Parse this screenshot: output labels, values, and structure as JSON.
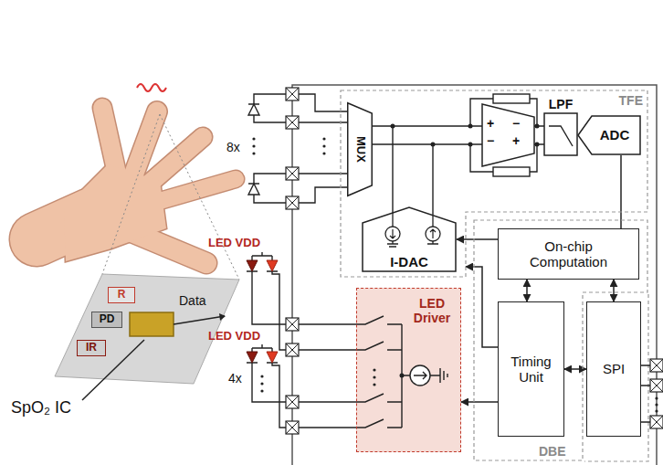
{
  "diagram": {
    "nodes": [
      {
        "text": [
          "R"
        ]
      },
      {
        "text": [
          "PD"
        ]
      },
      {
        "text": [
          "IR"
        ]
      },
      {
        "text": [
          "TFE"
        ]
      },
      {
        "text": [
          "MUX"
        ],
        "in": 3
      },
      {
        "text": [
          "LPF"
        ],
        "in": 3
      },
      {
        "text": [
          "ADC"
        ],
        "in": 3
      },
      {
        "text": [
          "I-DAC"
        ],
        "in": 3
      },
      {
        "text": [
          "DBE"
        ]
      },
      {
        "text": [
          "On-chip Computation"
        ],
        "in": 8
      },
      {
        "text": [
          "Timing Unit"
        ],
        "in": 8
      },
      {
        "text": [
          "SPI"
        ]
      },
      {
        "text": [
          "LED Driver"
        ]
      }
    ],
    "edges": [
      {
        "from": 6,
        "to": 9,
        "arrow": "none"
      },
      {
        "from": 9,
        "to": 7,
        "arrow": "to"
      },
      {
        "from": 9,
        "to": 10,
        "arrow": "both"
      },
      {
        "from": 10,
        "to": 11,
        "arrow": "both"
      },
      {
        "from": 11,
        "to": 9,
        "arrow": "both"
      },
      {
        "from": 10,
        "to": 3,
        "arrow": "to"
      },
      {
        "from": 10,
        "to": 12,
        "arrow": "to"
      }
    ],
    "labels": [
      "SpO₂ IC",
      "Data",
      "8x",
      "LED VDD",
      "LED VDD",
      "4x",
      "+",
      "−",
      "−",
      "+"
    ]
  }
}
